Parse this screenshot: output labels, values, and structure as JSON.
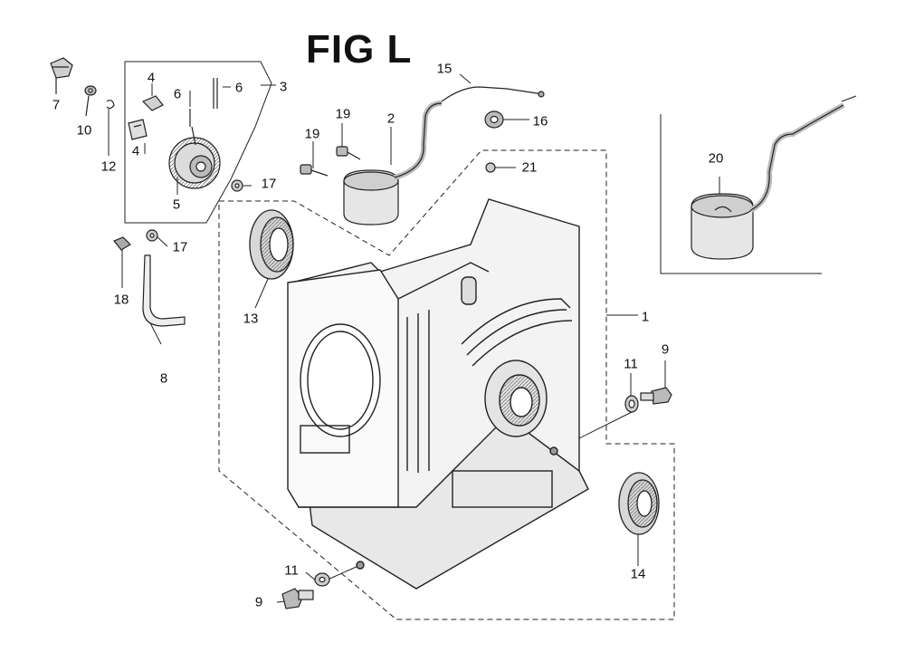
{
  "figure": {
    "title": "FIG L"
  },
  "callouts": {
    "n1": "1",
    "n2": "2",
    "n3": "3",
    "n4a": "4",
    "n4b": "4",
    "n5": "5",
    "n6a": "6",
    "n6b": "6",
    "n7": "7",
    "n8": "8",
    "n9a": "9",
    "n9b": "9",
    "n10": "10",
    "n11a": "11",
    "n11b": "11",
    "n12": "12",
    "n13": "13",
    "n14": "14",
    "n15": "15",
    "n16": "16",
    "n17a": "17",
    "n17b": "17",
    "n18": "18",
    "n19a": "19",
    "n19b": "19",
    "n20": "20",
    "n21": "21"
  },
  "colors": {
    "ink": "#111111",
    "paper": "#ffffff",
    "shade": "#9a9a9a"
  }
}
